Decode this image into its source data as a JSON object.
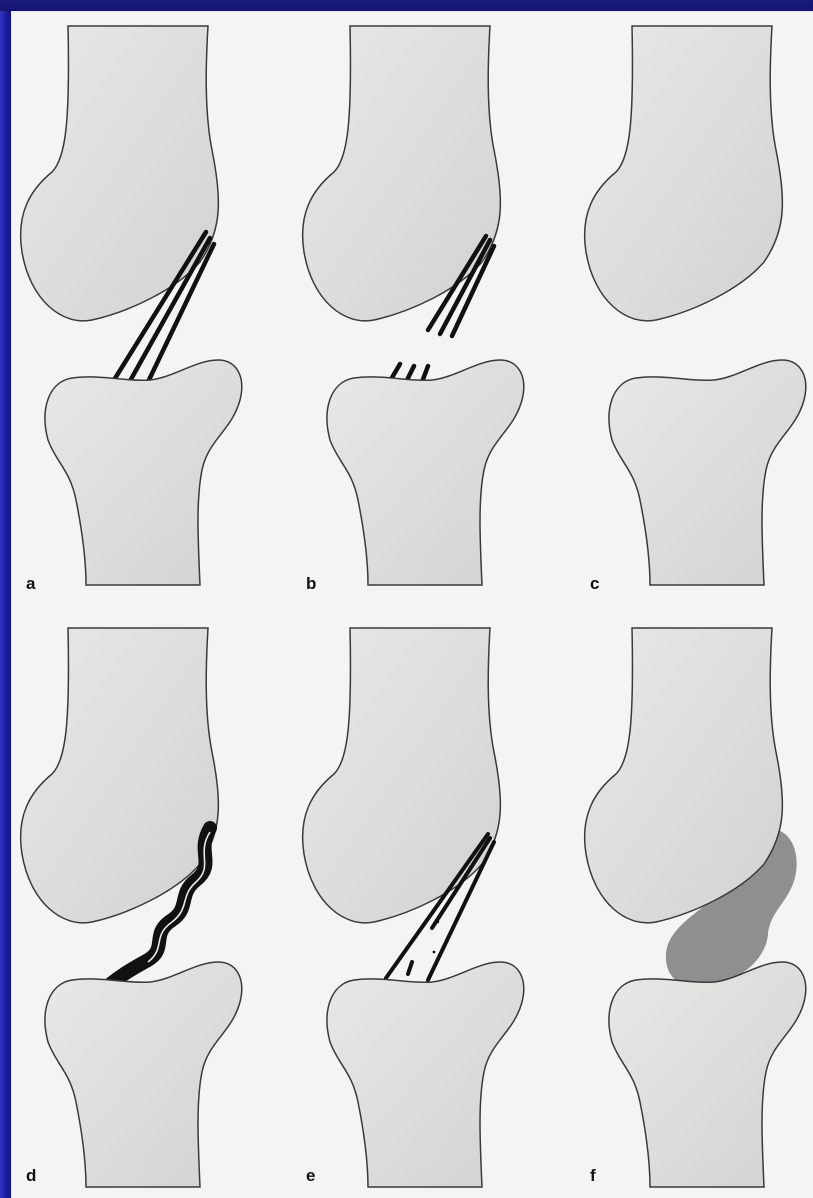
{
  "panels": [
    {
      "id": "a",
      "label": "a"
    },
    {
      "id": "b",
      "label": "b"
    },
    {
      "id": "c",
      "label": "c"
    },
    {
      "id": "d",
      "label": "d"
    },
    {
      "id": "e",
      "label": "e"
    },
    {
      "id": "f",
      "label": "f"
    }
  ],
  "colors": {
    "bone_fill": "#dcdcda",
    "bone_outline": "#3a3a3a",
    "ligament": "#111111",
    "scar_tissue": "#8f8f8f",
    "border": "#1a1a8c"
  }
}
